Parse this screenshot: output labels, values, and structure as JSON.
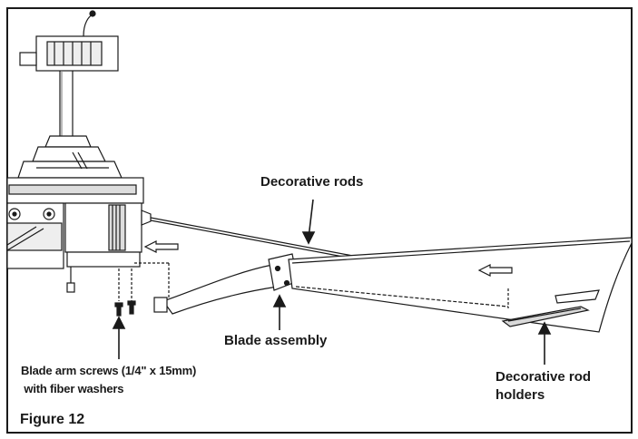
{
  "figure": {
    "title": "Figure 12"
  },
  "labels": {
    "decorative_rods": "Decorative rods",
    "blade_assembly": "Blade assembly",
    "decorative_rod_holders_line1": "Decorative rod",
    "decorative_rod_holders_line2": "holders",
    "blade_arm_screws_line1": "Blade arm screws (1/4\" x 15mm)",
    "blade_arm_screws_line2": " with fiber washers"
  },
  "colors": {
    "ink": "#1a1a1a",
    "paper": "#ffffff",
    "shade": "#d9d9d9"
  }
}
